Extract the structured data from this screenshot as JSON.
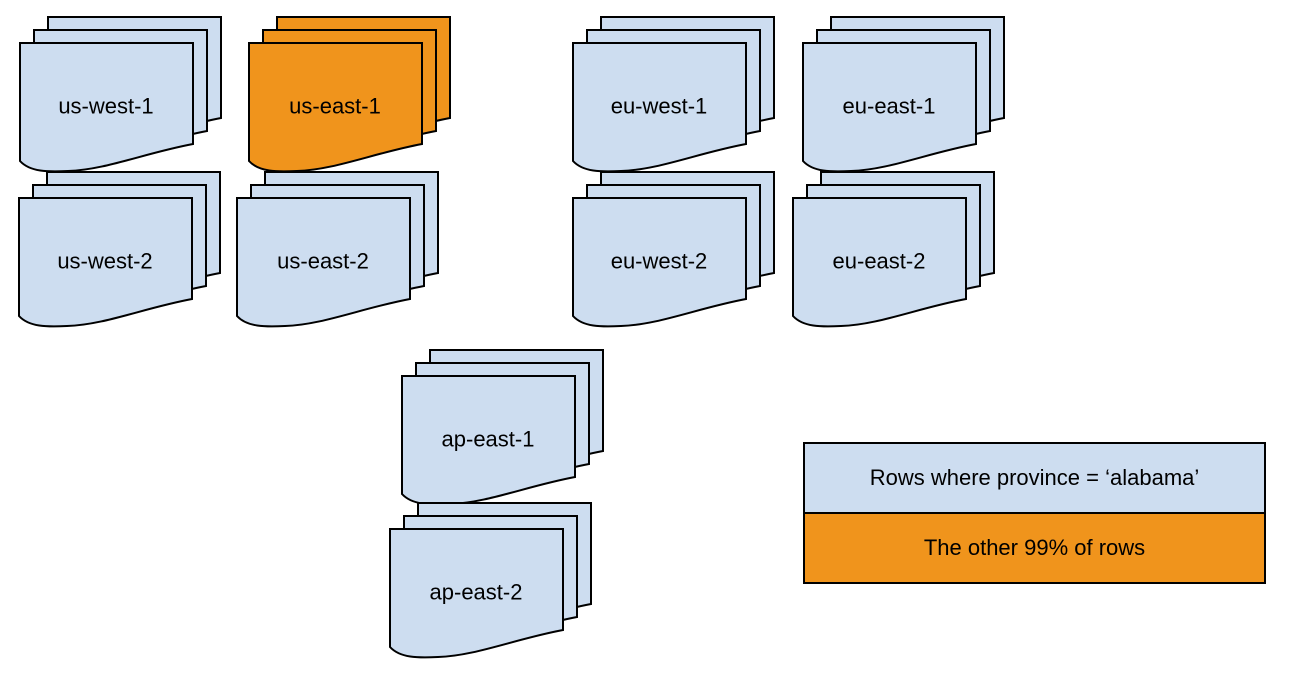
{
  "colors": {
    "document_blue": "#cdddf0",
    "document_orange": "#f0941c",
    "stroke": "#000000",
    "background": "#ffffff",
    "text": "#000000"
  },
  "stacks": [
    {
      "label": "us-west-1",
      "variant": "blue"
    },
    {
      "label": "us-east-1",
      "variant": "orange"
    },
    {
      "label": "eu-west-1",
      "variant": "blue"
    },
    {
      "label": "eu-east-1",
      "variant": "blue"
    },
    {
      "label": "us-west-2",
      "variant": "blue"
    },
    {
      "label": "us-east-2",
      "variant": "blue"
    },
    {
      "label": "eu-west-2",
      "variant": "blue"
    },
    {
      "label": "eu-east-2",
      "variant": "blue"
    },
    {
      "label": "ap-east-1",
      "variant": "blue"
    },
    {
      "label": "ap-east-2",
      "variant": "blue"
    }
  ],
  "legend": {
    "items": [
      {
        "label": "Rows where province = ‘alabama’",
        "variant": "blue",
        "color": "#cdddf0"
      },
      {
        "label": "The other 99% of rows",
        "variant": "orange",
        "color": "#f0941c"
      }
    ]
  }
}
